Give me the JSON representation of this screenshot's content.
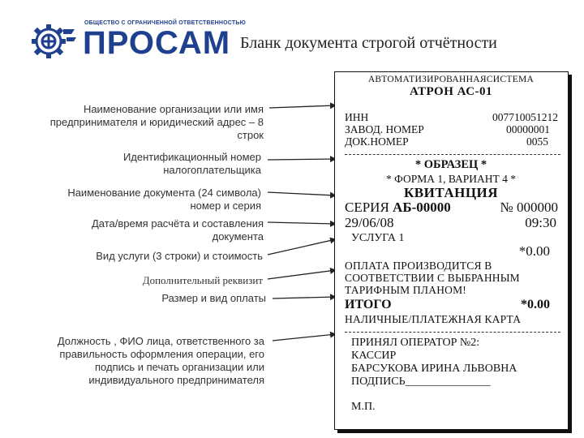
{
  "header": {
    "logo_caption": "ОБЩЕСТВО С ОГРАНИЧЕННОЙ ОТВЕТСТВЕННОСТЬЮ",
    "logo_word": "ПРОСАМ",
    "title": "Бланк документа строгой отчётности"
  },
  "annotations": [
    "Наименование организации или имя предпринимателя и юридический адрес – 8 строк",
    "Идентификационный номер налогоплательщика",
    "Наименование документа (24 символа) номер и серия",
    "Дата/время расчёта и составления документа",
    "Вид услуги (3 строки) и стоимость",
    "Дополнительный реквизит",
    "Размер и вид оплаты",
    "Должность , ФИО лица, ответственного за правильность оформления операции, его подпись и печать организации или индивидуального предпринимателя"
  ],
  "receipt": {
    "system_line": "АВТОМАТИЗИРОВАННАЯСИСТЕМА",
    "system_name": "АТРОН АС-01",
    "inn_label": "ИНН",
    "inn_value": "007710051212",
    "factory_label": "ЗАВОД. НОМЕР",
    "factory_value": "00000001",
    "doc_label": "ДОК.НОМЕР",
    "doc_value": "0055",
    "sample": "* ОБРАЗЕЦ *",
    "form": "* ФОРМА 1, ВАРИАНТ 4 *",
    "doc_type": "КВИТАНЦИЯ",
    "series_label": "СЕРИЯ",
    "series_value": "АБ-00000",
    "number_label": "№ 000000",
    "date": "29/06/08",
    "time": "09:30",
    "service": "УСЛУГА 1",
    "service_price": "*0.00",
    "payment_note_1": "ОПЛАТА ПРОИЗВОДИТСЯ В",
    "payment_note_2": "СООТВЕТСТВИИ С ВЫБРАННЫМ",
    "payment_note_3": "ТАРИФНЫМ ПЛАНОМ!",
    "total_label": "ИТОГО",
    "total_value": "*0.00",
    "payment_type": "НАЛИЧНЫЕ/ПЛАТЕЖНАЯ КАРТА",
    "operator_line": "ПРИНЯЛ ОПЕРАТОР №2:",
    "position": "КАССИР",
    "fio": "БАРСУКОВА ИРИНА ЛЬВОВНА",
    "signature": "ПОДПИСЬ_______________",
    "stamp": "М.П."
  }
}
